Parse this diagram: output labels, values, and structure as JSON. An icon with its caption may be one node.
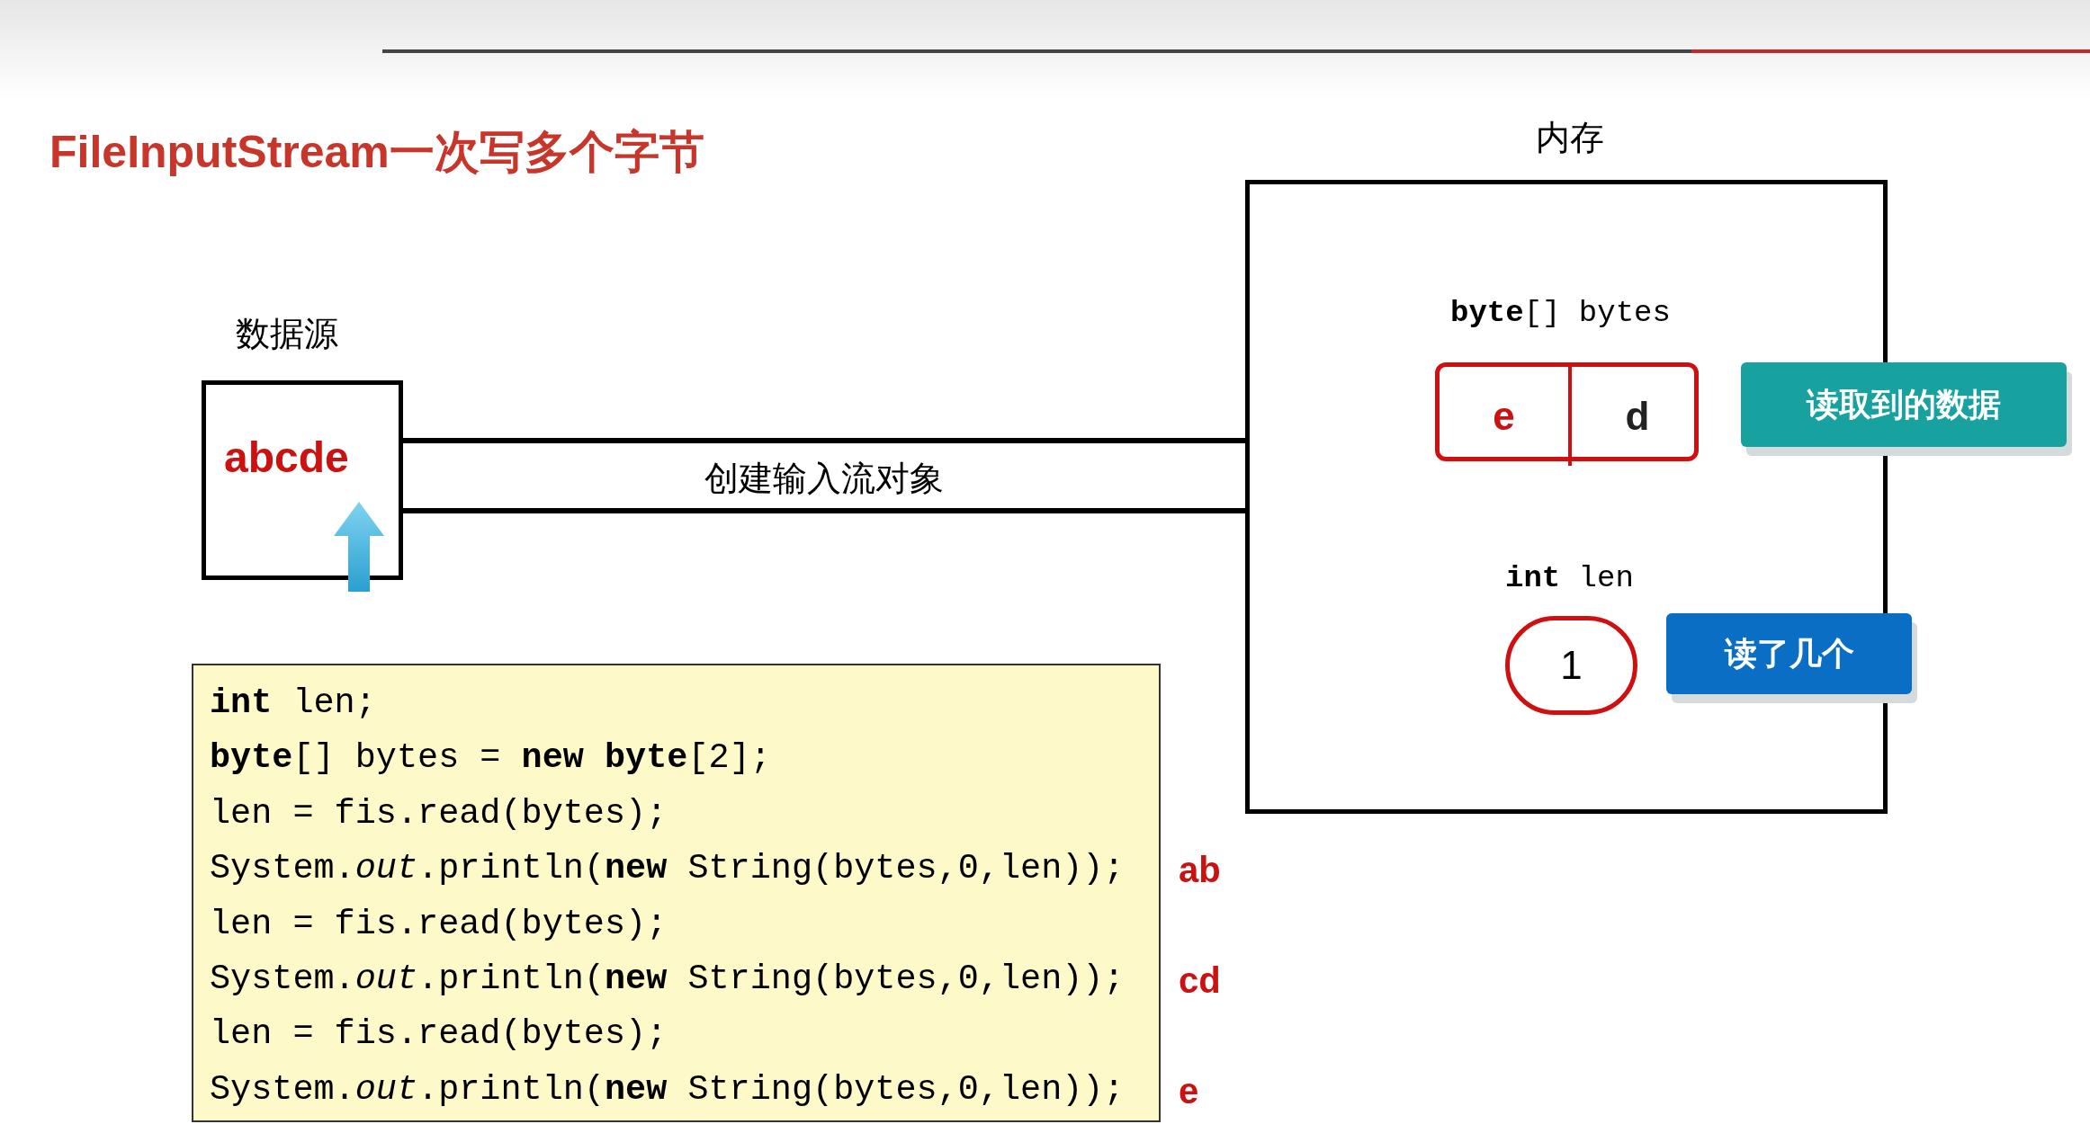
{
  "diagram": {
    "title": "FileInputStream一次写多个字节",
    "nodes": [
      {
        "text": [
          "数据源",
          "abcde"
        ]
      },
      {
        "text": [
          "内存"
        ]
      },
      {
        "text": [],
        "shape": "box",
        "in": 1,
        "beside": [
          "**byte**[] bytes"
        ]
      },
      {
        "text": [
          "e"
        ],
        "in": 2
      },
      {
        "text": [
          "d"
        ],
        "in": 2
      },
      {
        "text": [
          "读取到的数据"
        ]
      },
      {
        "text": [
          "1"
        ],
        "in": 1,
        "beside": [
          "**int** len"
        ]
      },
      {
        "text": [
          "读了几个"
        ]
      },
      {
        "text": [
          "**int** len;",
          "**byte**[] bytes = **new** **byte**[2];",
          "len = fis.read(bytes);",
          "System.*out*.println(**new** String(bytes,0,len));",
          "len = fis.read(bytes);",
          "System.*out*.println(**new** String(bytes,0,len));",
          "len = fis.read(bytes);",
          "System.*out*.println(**new** String(bytes,0,len));"
        ]
      }
    ],
    "edges": [
      {
        "from": 0,
        "to": 1,
        "arrow": "none",
        "label": "创建输入流对象"
      }
    ],
    "labels": [
      "ab",
      "cd",
      "e"
    ]
  }
}
